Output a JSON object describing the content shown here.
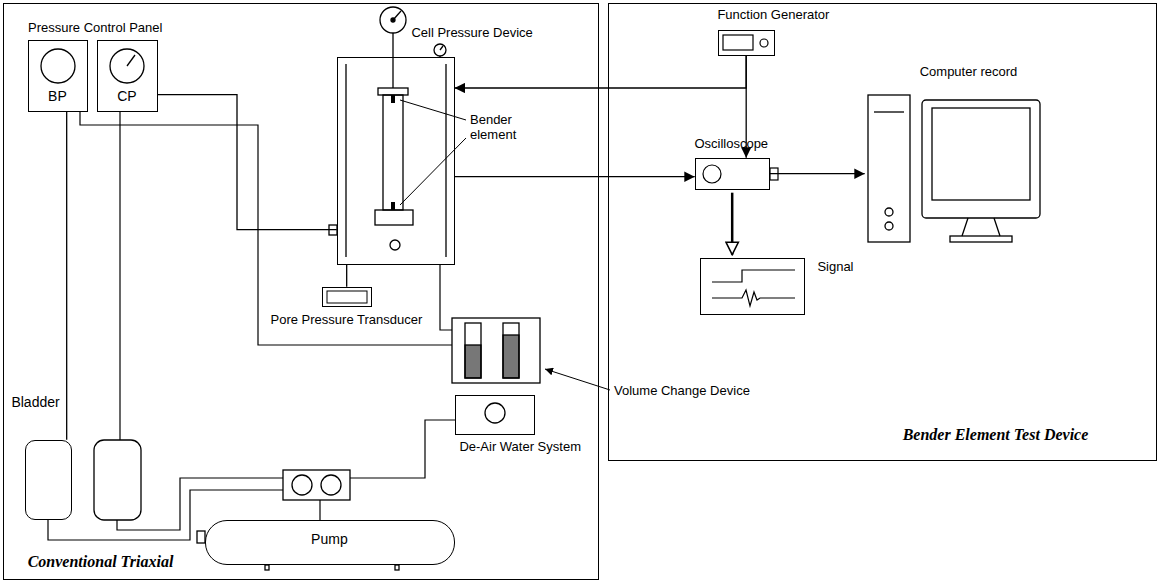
{
  "diagram": {
    "nodes": [
      {
        "text": [
          "Conventional Triaxial"
        ]
      },
      {
        "text": [
          "BP"
        ],
        "in": 0
      },
      {
        "text": [
          "CP"
        ],
        "in": 0
      },
      {
        "text": [
          "Cell Pressure Device"
        ],
        "in": 0
      },
      {
        "text": [
          "Pore Pressure Transducer"
        ],
        "in": 0
      },
      {
        "text": [
          "Bladder"
        ],
        "in": 0
      },
      {
        "text": [
          "De-Air Water System"
        ],
        "in": 0
      },
      {
        "text": [
          "Pump"
        ],
        "in": 0
      },
      {
        "text": [
          "Bender Element Test Device"
        ]
      },
      {
        "text": [
          "Function Generator"
        ],
        "in": 8
      },
      {
        "text": [
          "Oscilloscope"
        ],
        "in": 8
      },
      {
        "text": [
          "Computer record"
        ],
        "in": 8
      },
      {
        "text": [
          "Signal"
        ],
        "in": 8
      }
    ],
    "edges": [
      {
        "from": 1,
        "to": 5,
        "arrow": "none"
      },
      {
        "from": 2,
        "to": 3,
        "arrow": "none"
      },
      {
        "from": 4,
        "to": 3,
        "arrow": "none"
      },
      {
        "from": 9,
        "to": 3,
        "arrow": "to"
      },
      {
        "from": 9,
        "to": 10,
        "arrow": "to"
      },
      {
        "from": 3,
        "to": 10,
        "arrow": "to"
      },
      {
        "from": 10,
        "to": 11,
        "arrow": "to"
      },
      {
        "from": 10,
        "to": 12,
        "arrow": "to"
      }
    ],
    "labels": [
      "Pressure Control Panel",
      "Bender element",
      "Volume Change Device"
    ]
  }
}
